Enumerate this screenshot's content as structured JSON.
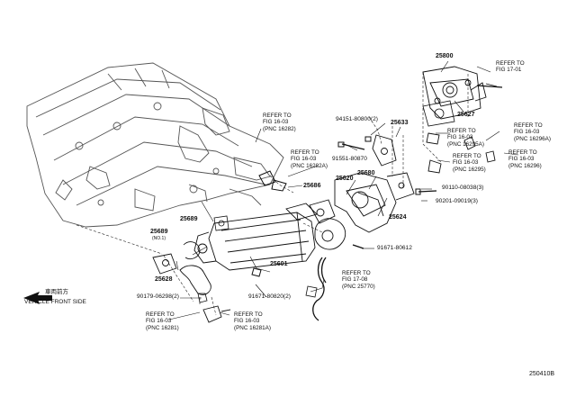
{
  "diagram": {
    "colors": {
      "ink": "#111111",
      "engine": "#555555",
      "paper": "#ffffff"
    },
    "labels": {
      "p25800": "25800",
      "p25627": "25627",
      "p25633": "25633",
      "p25680": "25680",
      "p25620": "25620",
      "p25686": "25686",
      "p25624": "25624",
      "p25689a": "25689",
      "p25689b": "25689",
      "p25689b_note": "(NO.1)",
      "p25628": "25628",
      "p25601": "25601",
      "b94151": "94151-80800(2)",
      "b91551": "91551-80870",
      "b90110": "90110-08038(3)",
      "b90201": "90201-09019(3)",
      "b91671a": "91671-80612",
      "b91671b": "91671-80820(2)",
      "b90179": "90179-06298(2)"
    },
    "refs": {
      "r1701": "REFER TO\nFIG 17-01",
      "r16282": "REFER TO\nFIG 16-03\n(PNC 16282)",
      "r16282A": "REFER TO\nFIG 16-03\n(PNC 16282A)",
      "r16295A": "REFER TO\nFIG 16-03\n(PNC 16295A)",
      "r16296A": "REFER TO\nFIG 16-03\n(PNC 16296A)",
      "r16295": "REFER TO\nFIG 16-03\n(PNC 16295)",
      "r16296": "REFER TO\nFIG 16-03\n(PNC 16296)",
      "r25770": "REFER TO\nFIG 17-08\n(PNC 25770)",
      "r16281": "REFER TO\nFIG 16-03\n(PNC 16281)",
      "r16281A": "REFER TO\nFIG 16-03\n(PNC 16281A)"
    },
    "front_cn": "車両前方",
    "front_en": "VEHICLE FRONT SIDE",
    "code": "250410B"
  }
}
